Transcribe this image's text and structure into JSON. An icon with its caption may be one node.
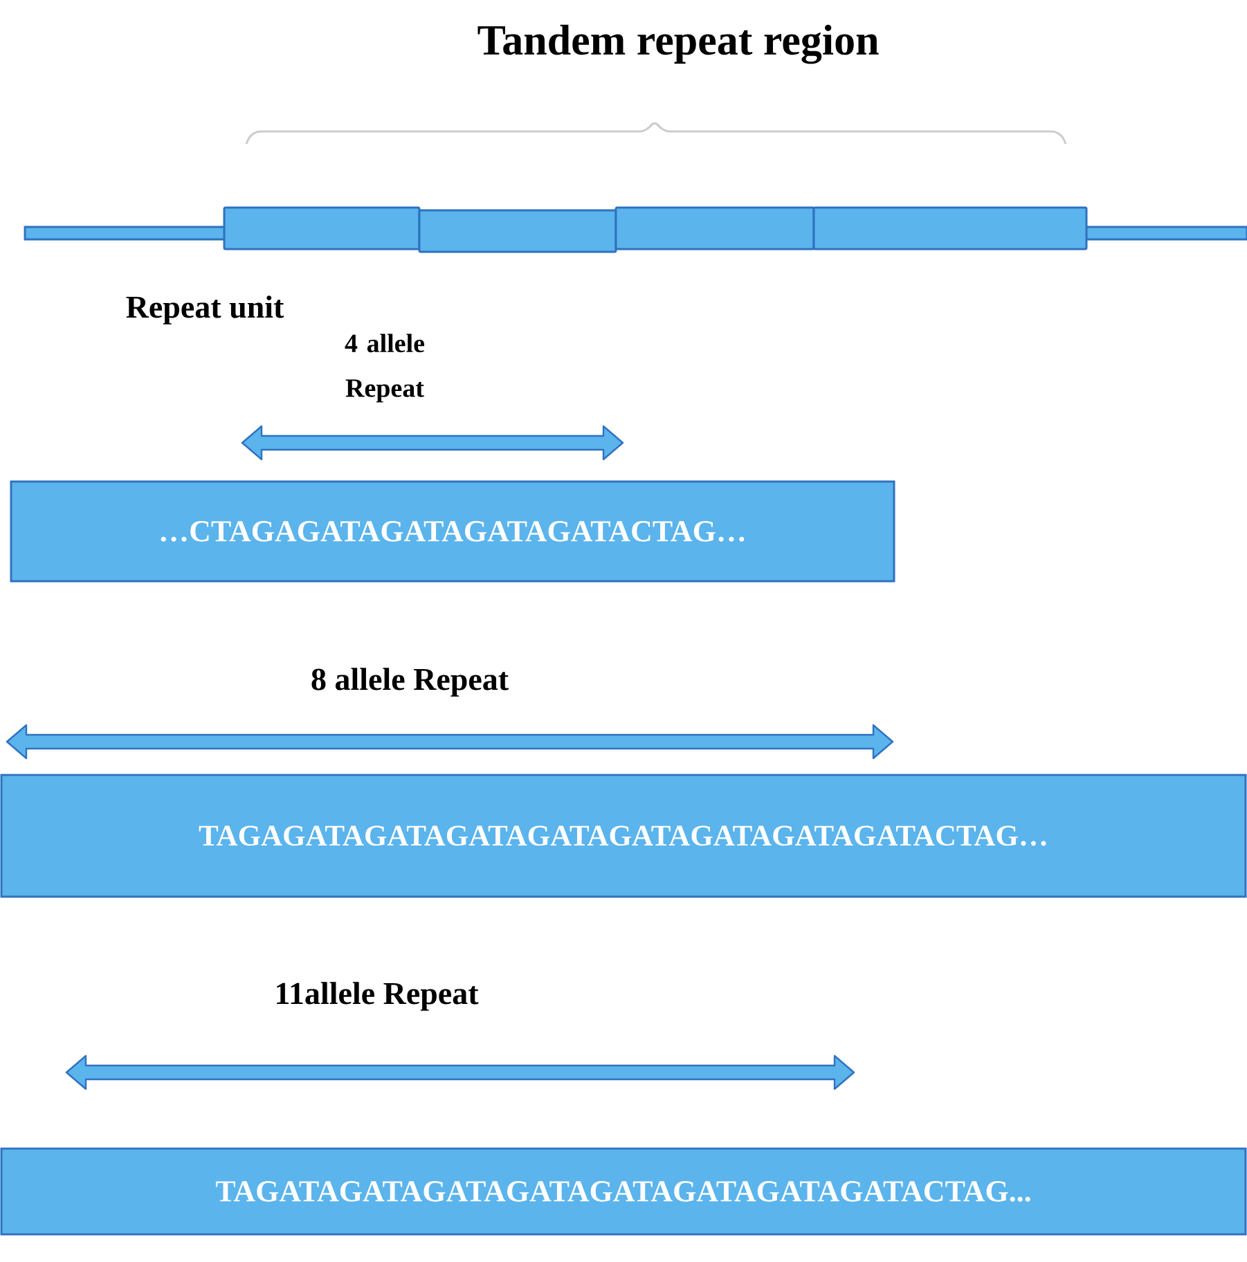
{
  "diagram": {
    "title": "Tandem repeat region",
    "nodes": [
      {
        "text": [],
        "shape": "box"
      },
      {
        "text": [],
        "shape": "box"
      },
      {
        "text": [],
        "shape": "box"
      },
      {
        "text": [],
        "shape": "box"
      },
      {
        "text": [
          "…CTAGAGATAGATAGATAGATACTAG…"
        ]
      },
      {
        "text": [
          "TAGAGATAGATAGATAGATAGATAGATAGATAGATACTAG…"
        ]
      },
      {
        "text": [
          "TAGATAGATAGATAGATAGATAGATAGATAGATACTAG..."
        ]
      }
    ],
    "labels": [
      "Repeat unit",
      "4 allele Repeat",
      "8 allele Repeat",
      "11allele Repeat"
    ]
  }
}
